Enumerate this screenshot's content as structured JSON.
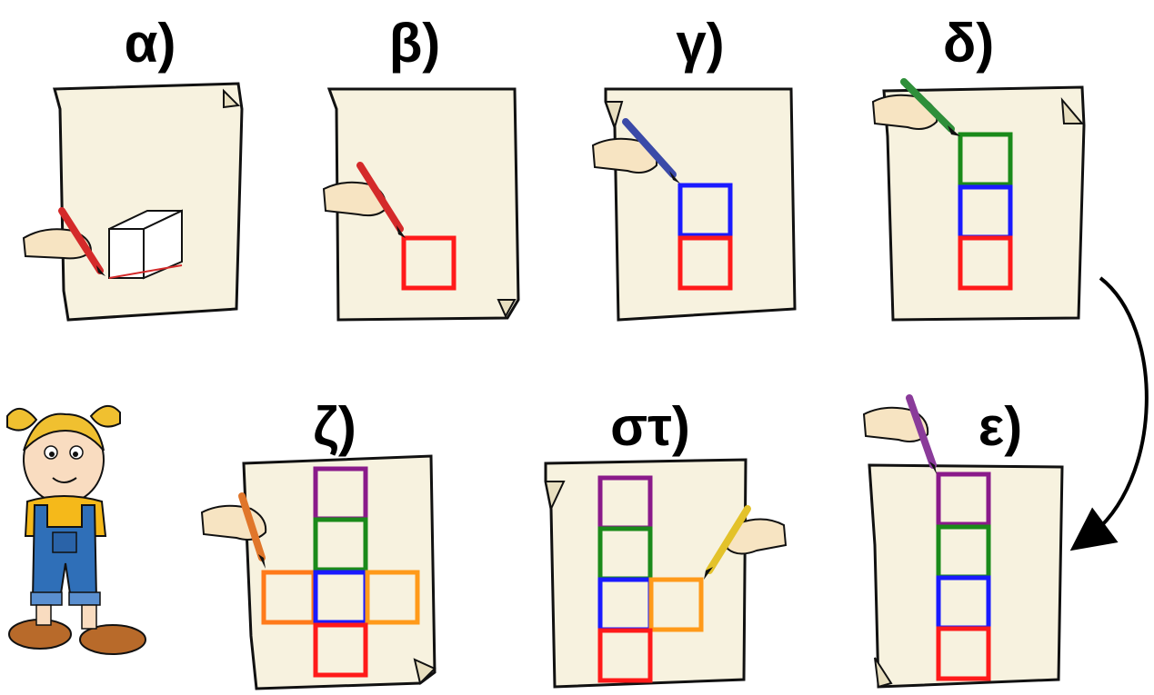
{
  "steps": [
    {
      "id": "a",
      "label": "α)",
      "pencil_color": "#d42a2a"
    },
    {
      "id": "b",
      "label": "β)",
      "pencil_color": "#d42a2a"
    },
    {
      "id": "c",
      "label": "γ)",
      "pencil_color": "#3b4aa8"
    },
    {
      "id": "d",
      "label": "δ)",
      "pencil_color": "#2f8f3a"
    },
    {
      "id": "e",
      "label": "ε)",
      "pencil_color": "#8a3b9a"
    },
    {
      "id": "st",
      "label": "στ)",
      "pencil_color": "#e3c22a"
    },
    {
      "id": "z",
      "label": "ζ)",
      "pencil_color": "#e0762a"
    }
  ],
  "square_colors": {
    "red": "#ff1a1a",
    "blue": "#1a1aff",
    "green": "#1a8a1a",
    "purple": "#8a1a8a",
    "orange_yellow": "#ff9a1a",
    "orange": "#ff7a1a"
  },
  "paper_color": "#f7f2df",
  "arrow_color": "#000000"
}
